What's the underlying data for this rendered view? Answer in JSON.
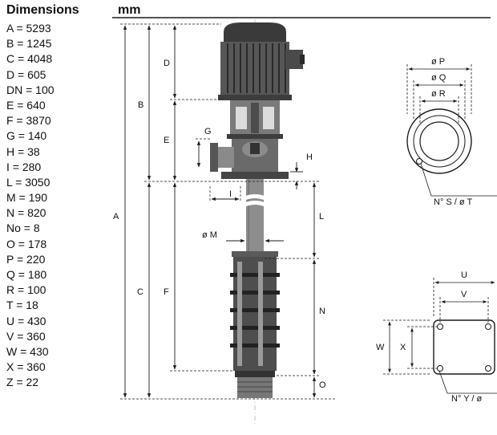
{
  "header": {
    "title": "Dimensions",
    "unit": "mm"
  },
  "dimensions": [
    "A = 5293",
    "B = 1245",
    "C = 4048",
    "D = 605",
    "DN = 100",
    "E = 640",
    "F = 3870",
    "G = 140",
    "H = 38",
    "I = 280",
    "L = 3050",
    "M = 190",
    "N = 820",
    "No = 8",
    "O = 178",
    "P = 220",
    "Q = 180",
    "R = 100",
    "T = 18",
    "U = 430",
    "V = 360",
    "W = 430",
    "X = 360",
    "Z = 22"
  ],
  "labels": {
    "A": "A",
    "B": "B",
    "C": "C",
    "D": "D",
    "E": "E",
    "F": "F",
    "G": "G",
    "H": "H",
    "I": "I",
    "L": "L",
    "M": "ø M",
    "N": "N",
    "O": "O",
    "P": "ø P",
    "Q": "ø Q",
    "R": "ø R",
    "ST": "N° S / ø T",
    "U": "U",
    "V": "V",
    "W": "W",
    "X": "X",
    "YZ": "N° Y / ø"
  },
  "colors": {
    "line": "#1a1a1a",
    "metal": "#6f6f6f",
    "dark": "#2b2b2b",
    "light": "#cfcfcf"
  }
}
